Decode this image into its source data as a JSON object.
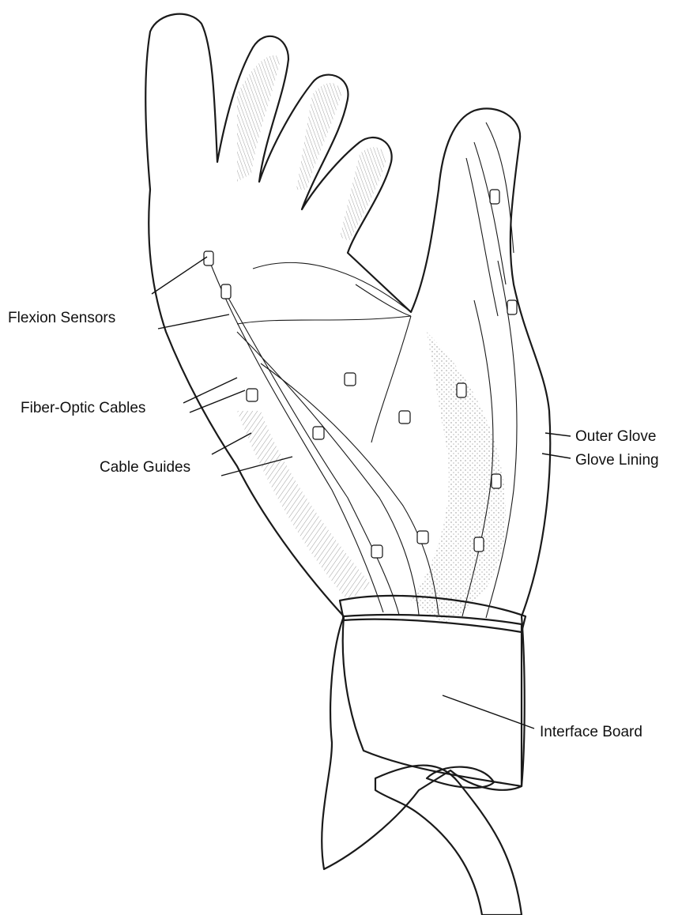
{
  "diagram": {
    "labels": {
      "flexion_sensors": "Flexion Sensors",
      "fiber_optic_cables": "Fiber-Optic Cables",
      "cable_guides": "Cable Guides",
      "outer_glove": "Outer Glove",
      "glove_lining": "Glove Lining",
      "interface_board": "Interface Board"
    }
  }
}
